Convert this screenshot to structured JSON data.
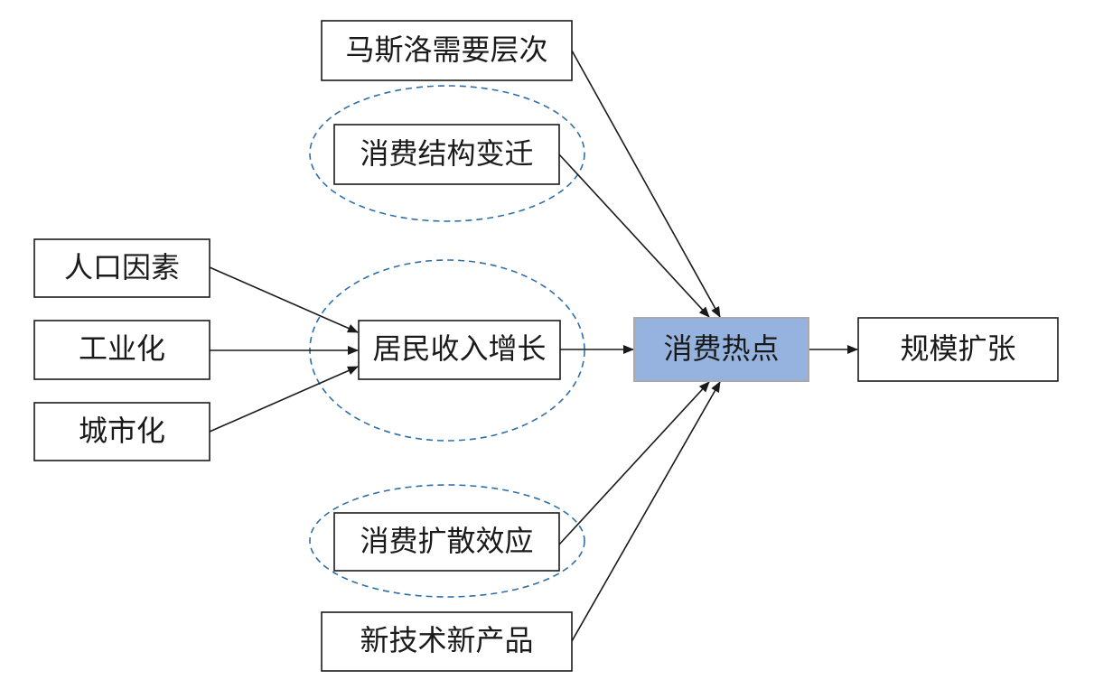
{
  "nodes": {
    "maslow": "马斯洛需要层次",
    "consumption_structure": "消费结构变迁",
    "population": "人口因素",
    "industrialization": "工业化",
    "urbanization": "城市化",
    "income_growth": "居民收入增长",
    "hotspot": "消费热点",
    "scale_expansion": "规模扩张",
    "diffusion_effect": "消费扩散效应",
    "new_tech": "新技术新产品"
  },
  "edges": [
    {
      "from": "population",
      "to": "income_growth"
    },
    {
      "from": "industrialization",
      "to": "income_growth"
    },
    {
      "from": "urbanization",
      "to": "income_growth"
    },
    {
      "from": "income_growth",
      "to": "hotspot"
    },
    {
      "from": "maslow",
      "to": "hotspot"
    },
    {
      "from": "consumption_structure",
      "to": "hotspot"
    },
    {
      "from": "diffusion_effect",
      "to": "hotspot"
    },
    {
      "from": "new_tech",
      "to": "hotspot"
    },
    {
      "from": "hotspot",
      "to": "scale_expansion"
    }
  ],
  "colors": {
    "hotspot_fill": "#95b3de",
    "dashed_ellipse": "#2f6fa8",
    "line": "#1a1a1a"
  }
}
